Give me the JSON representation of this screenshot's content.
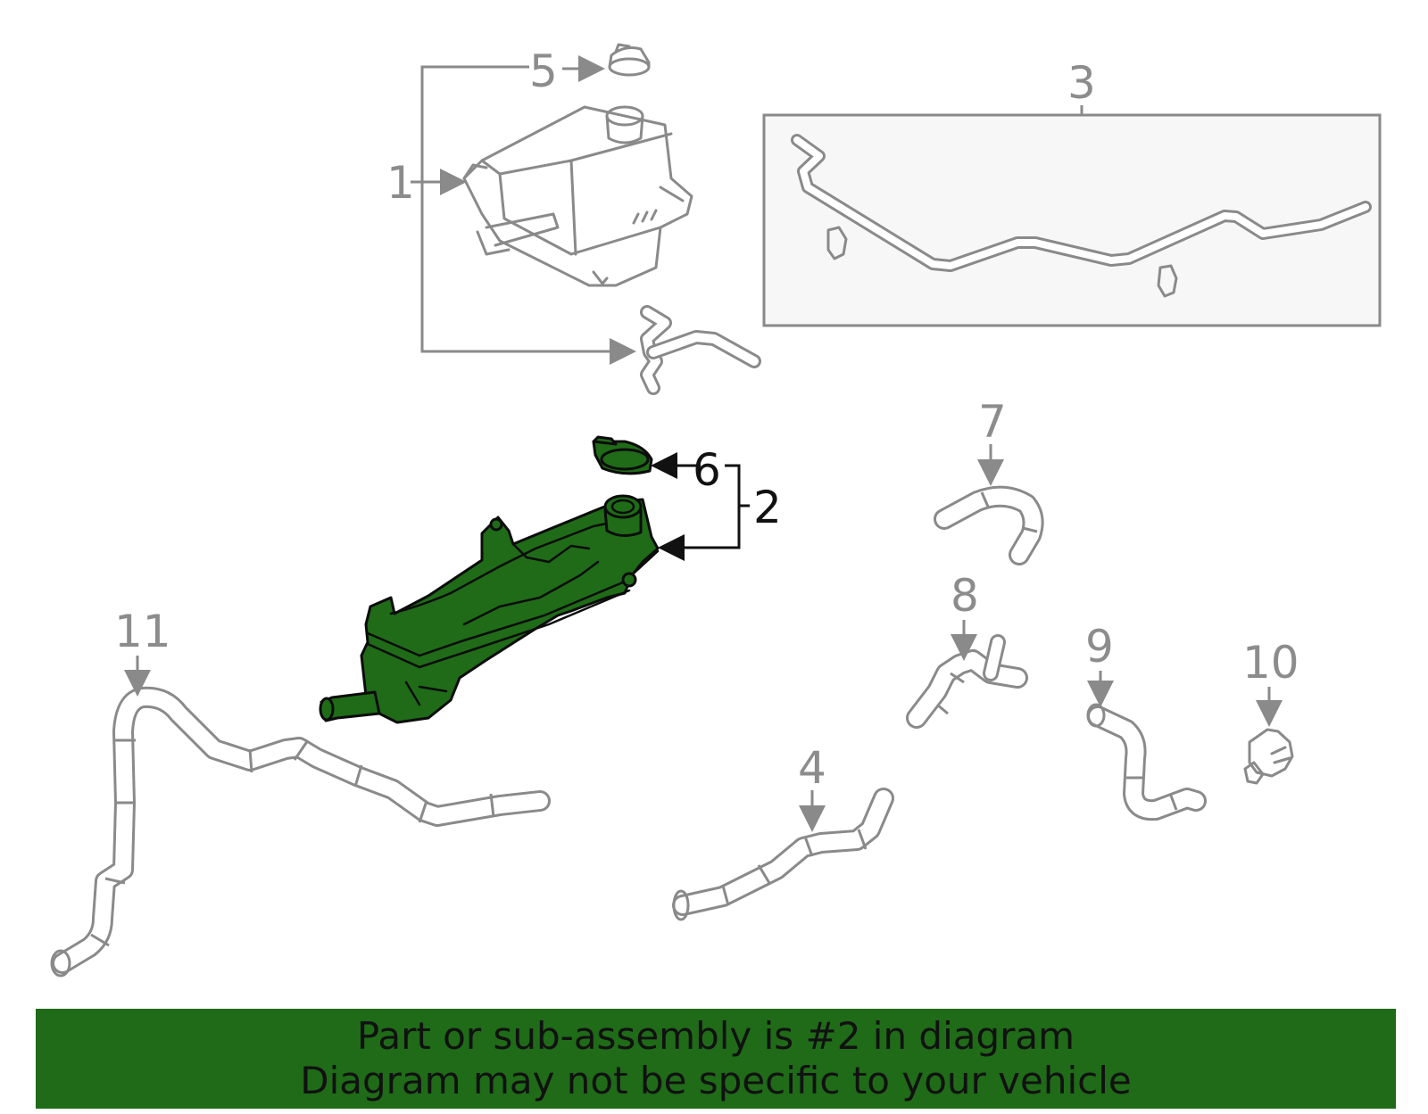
{
  "callouts": {
    "c1": "1",
    "c2": "2",
    "c3": "3",
    "c4": "4",
    "c5": "5",
    "c6": "6",
    "c7": "7",
    "c8": "8",
    "c9": "9",
    "c10": "10",
    "c11": "11"
  },
  "highlighted_part": "2",
  "colors": {
    "highlight": "#1f6b18",
    "outline": "#8a8a8a",
    "banner_background": "#1f6b18",
    "banner_text": "#111111"
  },
  "banner": {
    "line1": "Part or sub-assembly is #2 in diagram",
    "line2": "Diagram may not be specific to your vehicle"
  }
}
